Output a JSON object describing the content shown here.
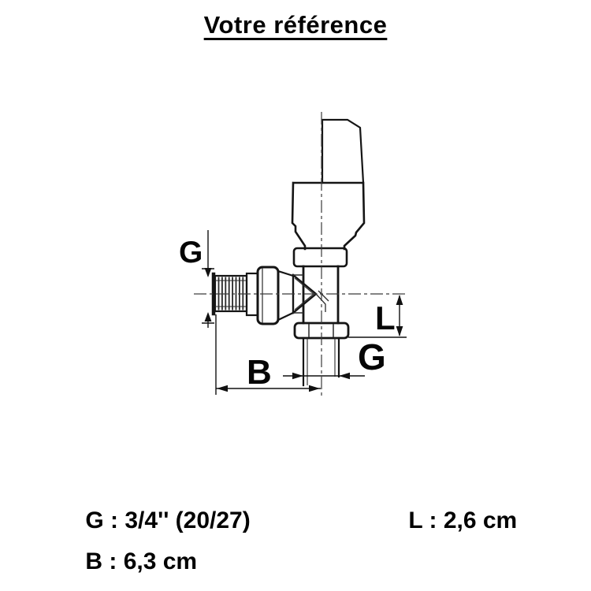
{
  "page": {
    "background": "#ffffff",
    "ink": "#151515"
  },
  "title": {
    "text": "Votre référence"
  },
  "diagram": {
    "labels": {
      "g_left": "G",
      "l_right": "L",
      "b_bottom": "B",
      "g_bottom": "G"
    }
  },
  "specs": {
    "separator": " : ",
    "items": [
      {
        "id": "g",
        "label": "G",
        "value": "3/4'' (20/27)"
      },
      {
        "id": "b",
        "label": "B",
        "value": "6,3 cm"
      },
      {
        "id": "l",
        "label": "L",
        "value": "2,6 cm"
      }
    ]
  }
}
